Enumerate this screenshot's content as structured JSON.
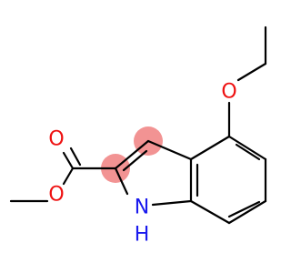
{
  "molecule": {
    "atoms": {
      "ether_oxygen": {
        "symbol": "O",
        "color": "#ee1111"
      },
      "carbonyl_oxygen": {
        "symbol": "O",
        "color": "#ee1111"
      },
      "ester_oxygen": {
        "symbol": "O",
        "color": "#ee1111"
      },
      "ring_nitrogen": {
        "symbol": "N",
        "color": "#1a1aee"
      },
      "ring_nitrogen_h": {
        "symbol": "H",
        "color": "#1a1aee"
      }
    },
    "highlight_color": "#f08080",
    "bond_color": "#000000"
  }
}
